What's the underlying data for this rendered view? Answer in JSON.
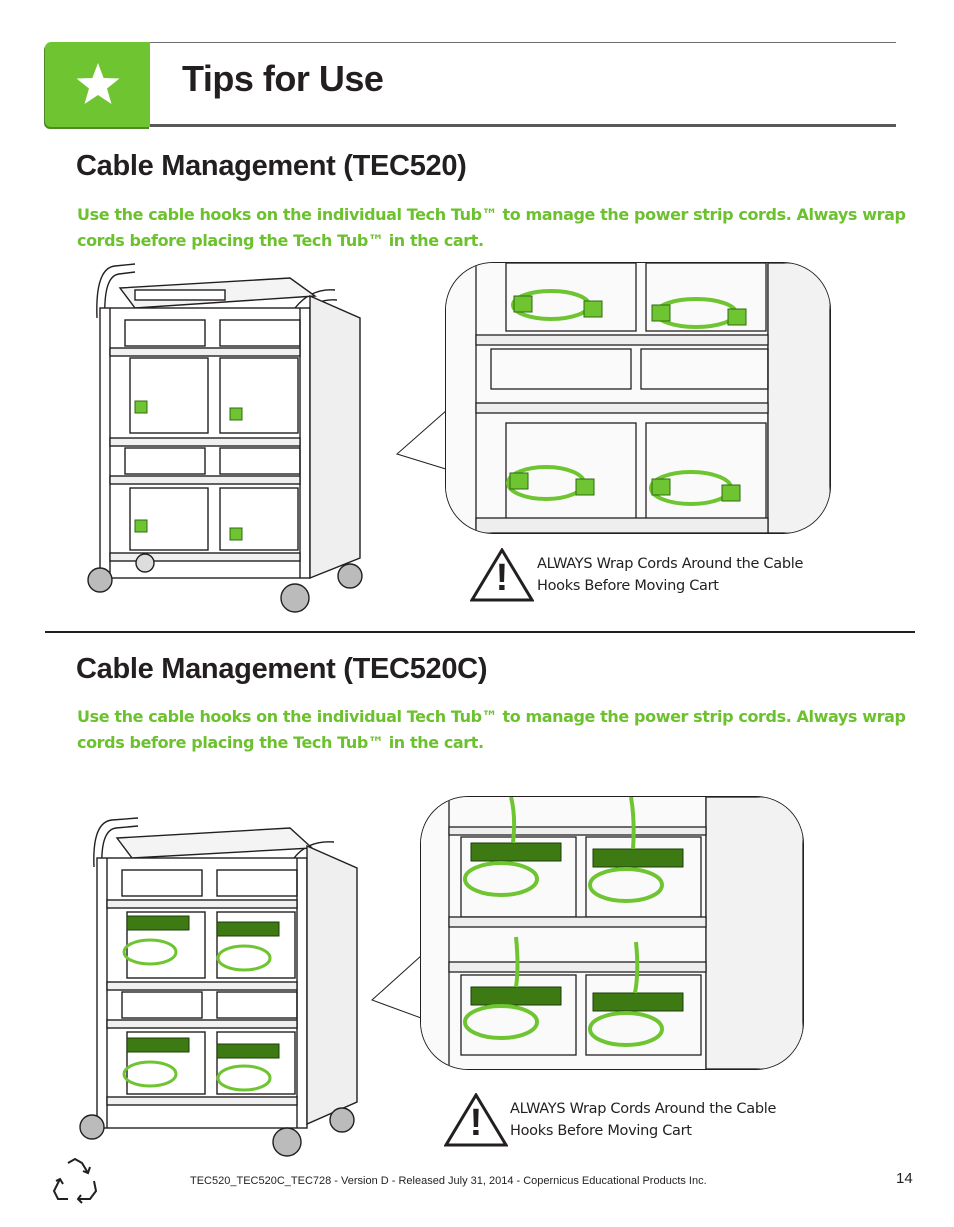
{
  "header": {
    "title": "Tips for Use",
    "icon": "star-icon",
    "accent_color": "#6ec531"
  },
  "sections": [
    {
      "title": "Cable Management (TEC520)",
      "instruction": "Use the cable hooks on the individual Tech Tub™ to manage the power strip cords. Always wrap cords before placing the Tech Tub™ in the cart.",
      "warning_line1": "ALWAYS Wrap Cords Around the Cable",
      "warning_line2": "Hooks Before Moving Cart"
    },
    {
      "title": "Cable Management (TEC520C)",
      "instruction": "Use the cable hooks on the individual Tech Tub™ to manage the power strip cords. Always wrap cords before placing the Tech Tub™ in the cart.",
      "warning_line1": "ALWAYS Wrap Cords Around the Cable",
      "warning_line2": "Hooks Before Moving Cart"
    }
  ],
  "warning_symbol": "!",
  "footer": {
    "text": "TEC520_TEC520C_TEC728 - Version D - Released July 31, 2014 - Copernicus Educational Products Inc.",
    "page_number": "14",
    "icon": "recycle-icon"
  }
}
